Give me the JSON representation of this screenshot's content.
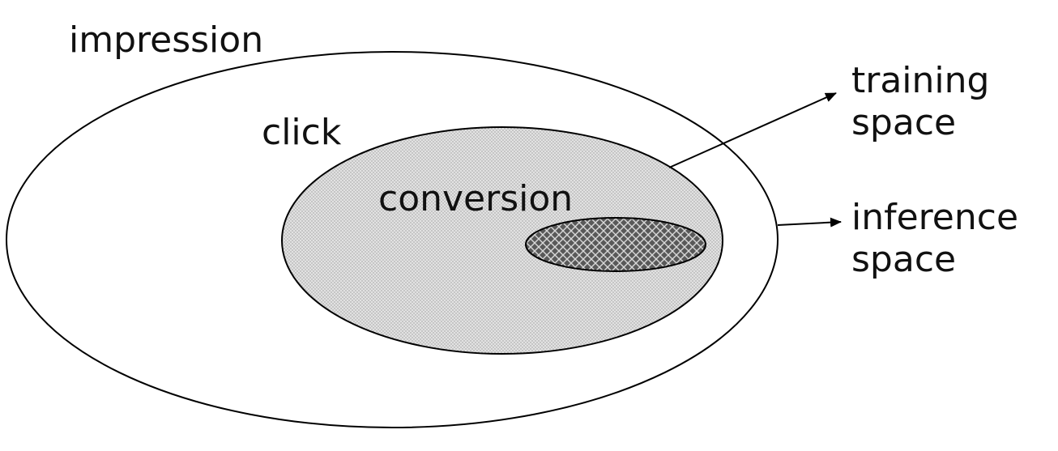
{
  "diagram": {
    "labels": {
      "impression": "impression",
      "click": "click",
      "conversion": "conversion",
      "training": "training",
      "training_space": "space",
      "inference": "inference",
      "inference_space": "space"
    },
    "colors": {
      "stroke": "#000000",
      "background": "#ffffff",
      "click_fill": "#e2e2e2",
      "click_dots": "#9a9a9a",
      "conversion_fill": "#595959",
      "conversion_hatch": "#d8d8d8"
    },
    "arrows": [
      {
        "from": "click",
        "to": "training-space"
      },
      {
        "from": "impression",
        "to": "inference-space"
      }
    ]
  }
}
